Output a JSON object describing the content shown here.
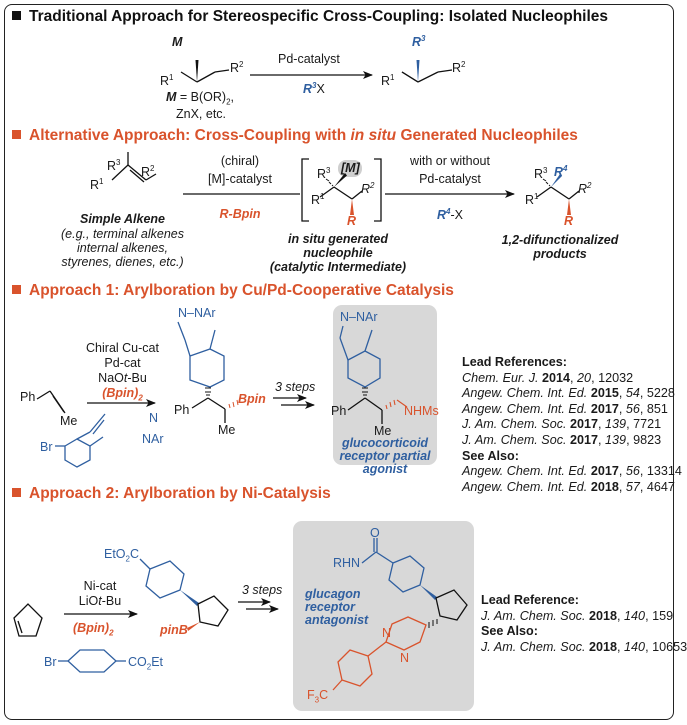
{
  "sections": {
    "traditional": {
      "title": "Traditional Approach for Stereospecific Cross-Coupling: Isolated Nucleophiles",
      "reagent_top": "Pd-catalyst",
      "reagent_bottom_r": "R",
      "reagent_bottom_sup": "3",
      "reagent_bottom_tail": "X",
      "sm_M": "M",
      "sm_R1": "R",
      "sm_R1_sup": "1",
      "sm_R2": "R",
      "sm_R2_sup": "2",
      "m_def_label": "M",
      "m_def_eq": " = B(OR)",
      "m_def_sub": "2",
      "m_def_tail": ",",
      "m_def_line2": "ZnX, etc.",
      "prod_R3": "R",
      "prod_R3_sup": "3",
      "prod_R1": "R",
      "prod_R1_sup": "1",
      "prod_R2": "R",
      "prod_R2_sup": "2"
    },
    "alternative": {
      "title_pre": "Alternative Approach: Cross-Coupling with ",
      "title_it": "in situ",
      "title_post": " Generated Nucleophiles",
      "alkene_R3": "R",
      "alkene_R3_sup": "3",
      "alkene_R1": "R",
      "alkene_R1_sup": "1",
      "alkene_R2": "R",
      "alkene_R2_sup": "2",
      "alkene_label": "Simple Alkene",
      "alkene_examples": [
        "(e.g., terminal alkenes",
        "internal alkenes,",
        "styrenes, dienes, etc.)"
      ],
      "step1_top1": "(chiral)",
      "step1_top2": "[M]-catalyst",
      "step1_bottom": "R-Bpin",
      "int_M": "[M]",
      "int_R3": "R",
      "int_R3_sup": "3",
      "int_R1": "R",
      "int_R1_sup": "1",
      "int_R2": "R",
      "int_R2_sup": "2",
      "int_R": "R",
      "int_label": [
        "in situ generated",
        "nucleophile",
        "(catalytic Intermediate)"
      ],
      "step2_top1": "with or without",
      "step2_top2": "Pd-catalyst",
      "step2_bottom_r": "R",
      "step2_bottom_sup": "4",
      "step2_bottom_tail": "-X",
      "prod_R3": "R",
      "prod_R3_sup": "3",
      "prod_R4": "R",
      "prod_R4_sup": "4",
      "prod_R1": "R",
      "prod_R1_sup": "1",
      "prod_R2": "R",
      "prod_R2_sup": "2",
      "prod_R": "R",
      "prod_label": [
        "1,2-difunctionalized",
        "products"
      ]
    },
    "approach1": {
      "title": "Approach 1: Arylboration by Cu/Pd-Cooperative Catalysis",
      "sm_Ph": "Ph",
      "sm_Me": "Me",
      "conditions": [
        "Chiral Cu-cat",
        "Pd-cat",
        "NaOt-Bu"
      ],
      "cond_naot_pre": "NaO",
      "cond_naot_it": "t",
      "cond_naot_post": "-Bu",
      "bpin2": "(Bpin)",
      "bpin2_sub": "2",
      "aryl_Br": "Br",
      "aryl_N": "N",
      "aryl_NAr": "NAr",
      "prod_NNAr": "N–NAr",
      "prod_Ph": "Ph",
      "prod_Bpin": "Bpin",
      "prod_Me": "Me",
      "steps": "3 steps",
      "target_NNAr": "N–NAr",
      "target_Ph": "Ph",
      "target_NHMs": "NHMs",
      "target_Me": "Me",
      "target_label": [
        "glucocorticoid",
        "receptor partial",
        "agonist"
      ],
      "refs_lead_title": "Lead References:",
      "refs_lead": [
        {
          "journal": "Chem. Eur. J.",
          "year": "2014",
          "vol": "20",
          "page": "12032"
        },
        {
          "journal": "Angew. Chem. Int. Ed.",
          "year": "2015",
          "vol": "54",
          "page": "5228"
        },
        {
          "journal": "Angew. Chem. Int. Ed.",
          "year": "2017",
          "vol": "56",
          "page": "851"
        },
        {
          "journal": "J. Am. Chem. Soc.",
          "year": "2017",
          "vol": "139",
          "page": "7721"
        },
        {
          "journal": "J. Am. Chem. Soc.",
          "year": "2017",
          "vol": "139",
          "page": "9823"
        }
      ],
      "refs_see_title": "See Also:",
      "refs_see": [
        {
          "journal": "Angew. Chem. Int. Ed.",
          "year": "2017",
          "vol": "56",
          "page": "13314"
        },
        {
          "journal": "Angew. Chem. Int. Ed.",
          "year": "2018",
          "vol": "57",
          "page": "4647"
        }
      ]
    },
    "approach2": {
      "title": "Approach 2: Arylboration by Ni-Catalysis",
      "cond1": "Ni-cat",
      "cond2_pre": "LiO",
      "cond2_it": "t",
      "cond2_post": "-Bu",
      "bpin2": "(Bpin)",
      "bpin2_sub": "2",
      "aryl_Br": "Br",
      "aryl_CO2Et_pre": "CO",
      "aryl_CO2Et_sub": "2",
      "aryl_CO2Et_post": "Et",
      "prod_EtO2C_pre": "EtO",
      "prod_EtO2C_sub": "2",
      "prod_EtO2C_post": "C",
      "prod_pinB": "pinB",
      "steps": "3 steps",
      "target_O": "O",
      "target_RHN": "RHN",
      "target_N1": "N",
      "target_N2": "N",
      "target_F3C_pre": "F",
      "target_F3C_sub": "3",
      "target_F3C_post": "C",
      "target_label": [
        "glucagon",
        "receptor",
        "antagonist"
      ],
      "refs_lead_title": "Lead Reference:",
      "refs_lead": [
        {
          "journal": "J. Am. Chem. Soc.",
          "year": "2018",
          "vol": "140",
          "page": "159"
        }
      ],
      "refs_see_title": "See Also:",
      "refs_see": [
        {
          "journal": "J. Am. Chem. Soc.",
          "year": "2018",
          "vol": "140",
          "page": "10653"
        }
      ]
    }
  },
  "colors": {
    "accent_red": "#d9532c",
    "accent_blue": "#2f5fa0",
    "panel_grey": "#d8d8d8"
  }
}
